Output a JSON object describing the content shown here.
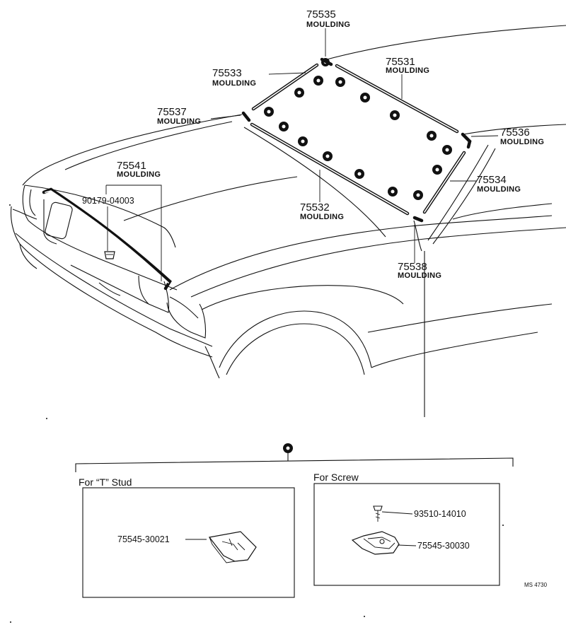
{
  "parts": {
    "p75535": {
      "number": "75535",
      "name": "MOULDING"
    },
    "p75531": {
      "number": "75531",
      "name": "MOULDING"
    },
    "p75533": {
      "number": "75533",
      "name": "MOULDING"
    },
    "p75537": {
      "number": "75537",
      "name": "MOULDING"
    },
    "p75536": {
      "number": "75536",
      "name": "MOULDING"
    },
    "p75534": {
      "number": "75534",
      "name": "MOULDING"
    },
    "p75541": {
      "number": "75541",
      "name": "MOULDING"
    },
    "p75532": {
      "number": "75532",
      "name": "MOULDING"
    },
    "p75538": {
      "number": "75538",
      "name": "MOULDING"
    },
    "clip_90179": {
      "number": "90179-04003"
    }
  },
  "detail": {
    "t_stud": {
      "title": "For “T” Stud",
      "part": "75545-30021"
    },
    "screw": {
      "title": "For Screw",
      "screw_part": "93510-14010",
      "clip_part": "75545-30030"
    }
  },
  "footer": {
    "code": "MS 4730"
  }
}
